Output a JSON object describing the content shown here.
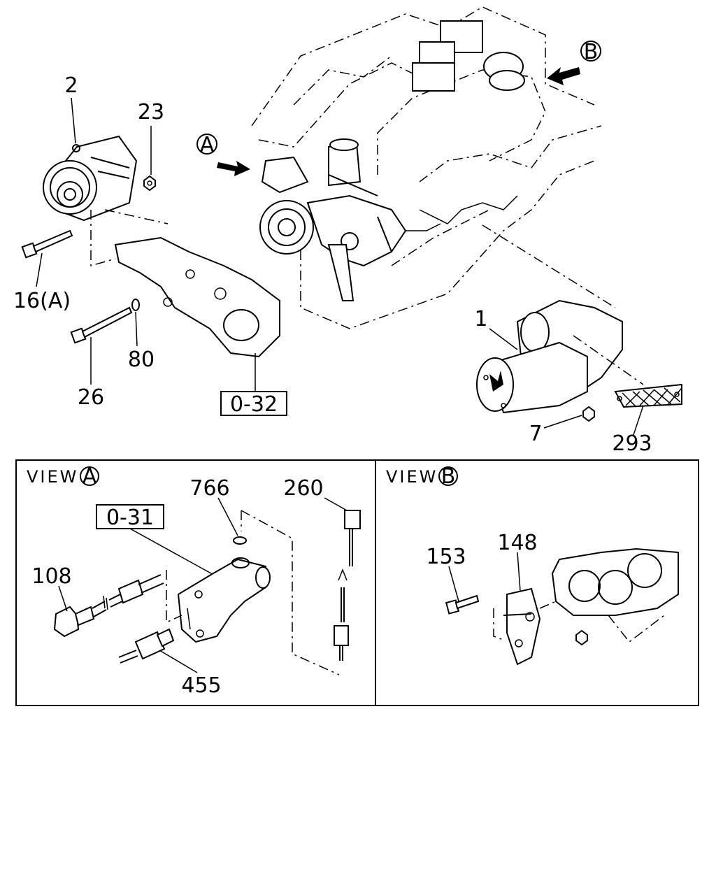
{
  "callouts": {
    "c2": "2",
    "c23": "23",
    "c16a": "16(A)",
    "c80": "80",
    "c26": "26",
    "c1": "1",
    "c7": "7",
    "c293": "293",
    "c766": "766",
    "c260": "260",
    "c108": "108",
    "c455": "455",
    "c153": "153",
    "c148": "148"
  },
  "refs": {
    "r032": "0-32",
    "r031": "0-31"
  },
  "markers": {
    "a": "A",
    "b": "B"
  },
  "views": {
    "a_prefix": "VIEW",
    "a_letter": "A",
    "b_prefix": "VIEW",
    "b_letter": "B"
  }
}
